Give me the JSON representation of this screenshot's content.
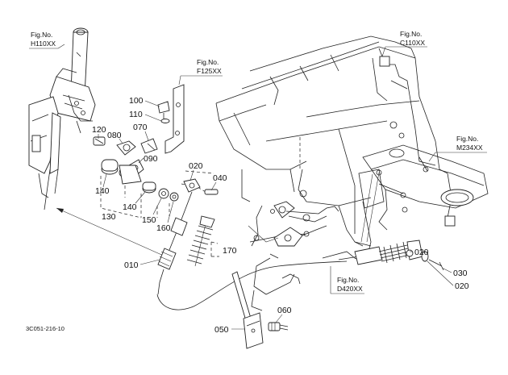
{
  "diagram": {
    "drawing_code": "3C051-216-10",
    "figure_refs": [
      {
        "id": "h110",
        "fig": "Fig.No.",
        "code": "H110XX"
      },
      {
        "id": "f125",
        "fig": "Fig.No.",
        "code": "F125XX"
      },
      {
        "id": "c110",
        "fig": "Fig.No.",
        "code": "C110XX"
      },
      {
        "id": "m234",
        "fig": "Fig.No.",
        "code": "M234XX"
      },
      {
        "id": "d420",
        "fig": "Fig.No.",
        "code": "D420XX"
      }
    ],
    "parts": [
      {
        "id": "p100",
        "label": "100"
      },
      {
        "id": "p110",
        "label": "110"
      },
      {
        "id": "p120",
        "label": "120"
      },
      {
        "id": "p080",
        "label": "080"
      },
      {
        "id": "p070",
        "label": "070"
      },
      {
        "id": "p090",
        "label": "090"
      },
      {
        "id": "p020a",
        "label": "020"
      },
      {
        "id": "p040",
        "label": "040"
      },
      {
        "id": "p140a",
        "label": "140"
      },
      {
        "id": "p140b",
        "label": "140"
      },
      {
        "id": "p130",
        "label": "130"
      },
      {
        "id": "p150",
        "label": "150"
      },
      {
        "id": "p160",
        "label": "160"
      },
      {
        "id": "p170",
        "label": "170"
      },
      {
        "id": "p010",
        "label": "010"
      },
      {
        "id": "p020b",
        "label": "020"
      },
      {
        "id": "p030",
        "label": "030"
      },
      {
        "id": "p020c",
        "label": "020"
      },
      {
        "id": "p060",
        "label": "060"
      },
      {
        "id": "p050",
        "label": "050"
      }
    ]
  }
}
